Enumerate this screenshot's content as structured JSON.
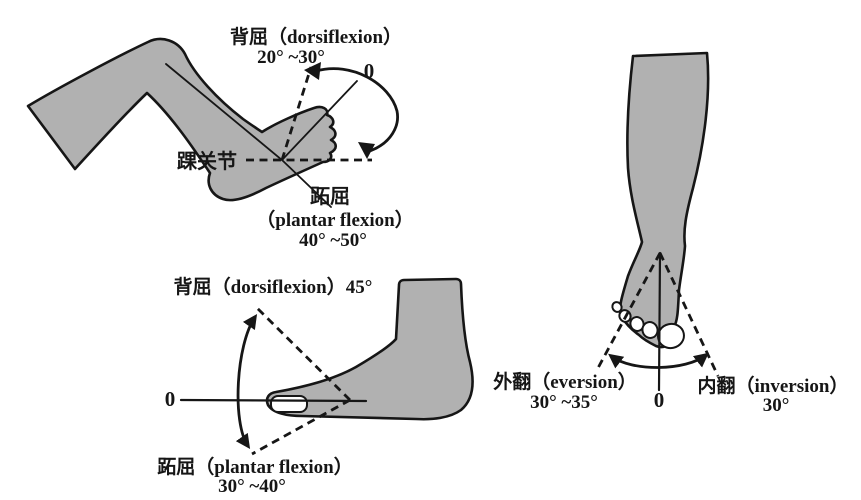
{
  "diagram": {
    "panels": {
      "ankle_side_view": {
        "dorsiflexion_label": "背屈（dorsiflexion）",
        "dorsiflexion_range": "20° ~30°",
        "neutral_label": "0",
        "joint_label": "踝关节",
        "plantar_label_cn": "跖屈",
        "plantar_label_en": "（plantar flexion）",
        "plantar_range": "40° ~50°"
      },
      "foot_side_view": {
        "dorsiflexion_label": "背屈（dorsiflexion）45°",
        "neutral_label": "0",
        "plantar_label": "跖屈（plantar flexion）",
        "plantar_range": "30° ~40°"
      },
      "foot_front_view": {
        "eversion_label": "外翻（eversion）",
        "eversion_range": "30° ~35°",
        "neutral_label": "0",
        "inversion_label": "内翻（inversion）",
        "inversion_range": "30°"
      }
    },
    "colors": {
      "limb_fill": "#b1b1b1",
      "line": "#161616",
      "background": "#ffffff"
    }
  }
}
